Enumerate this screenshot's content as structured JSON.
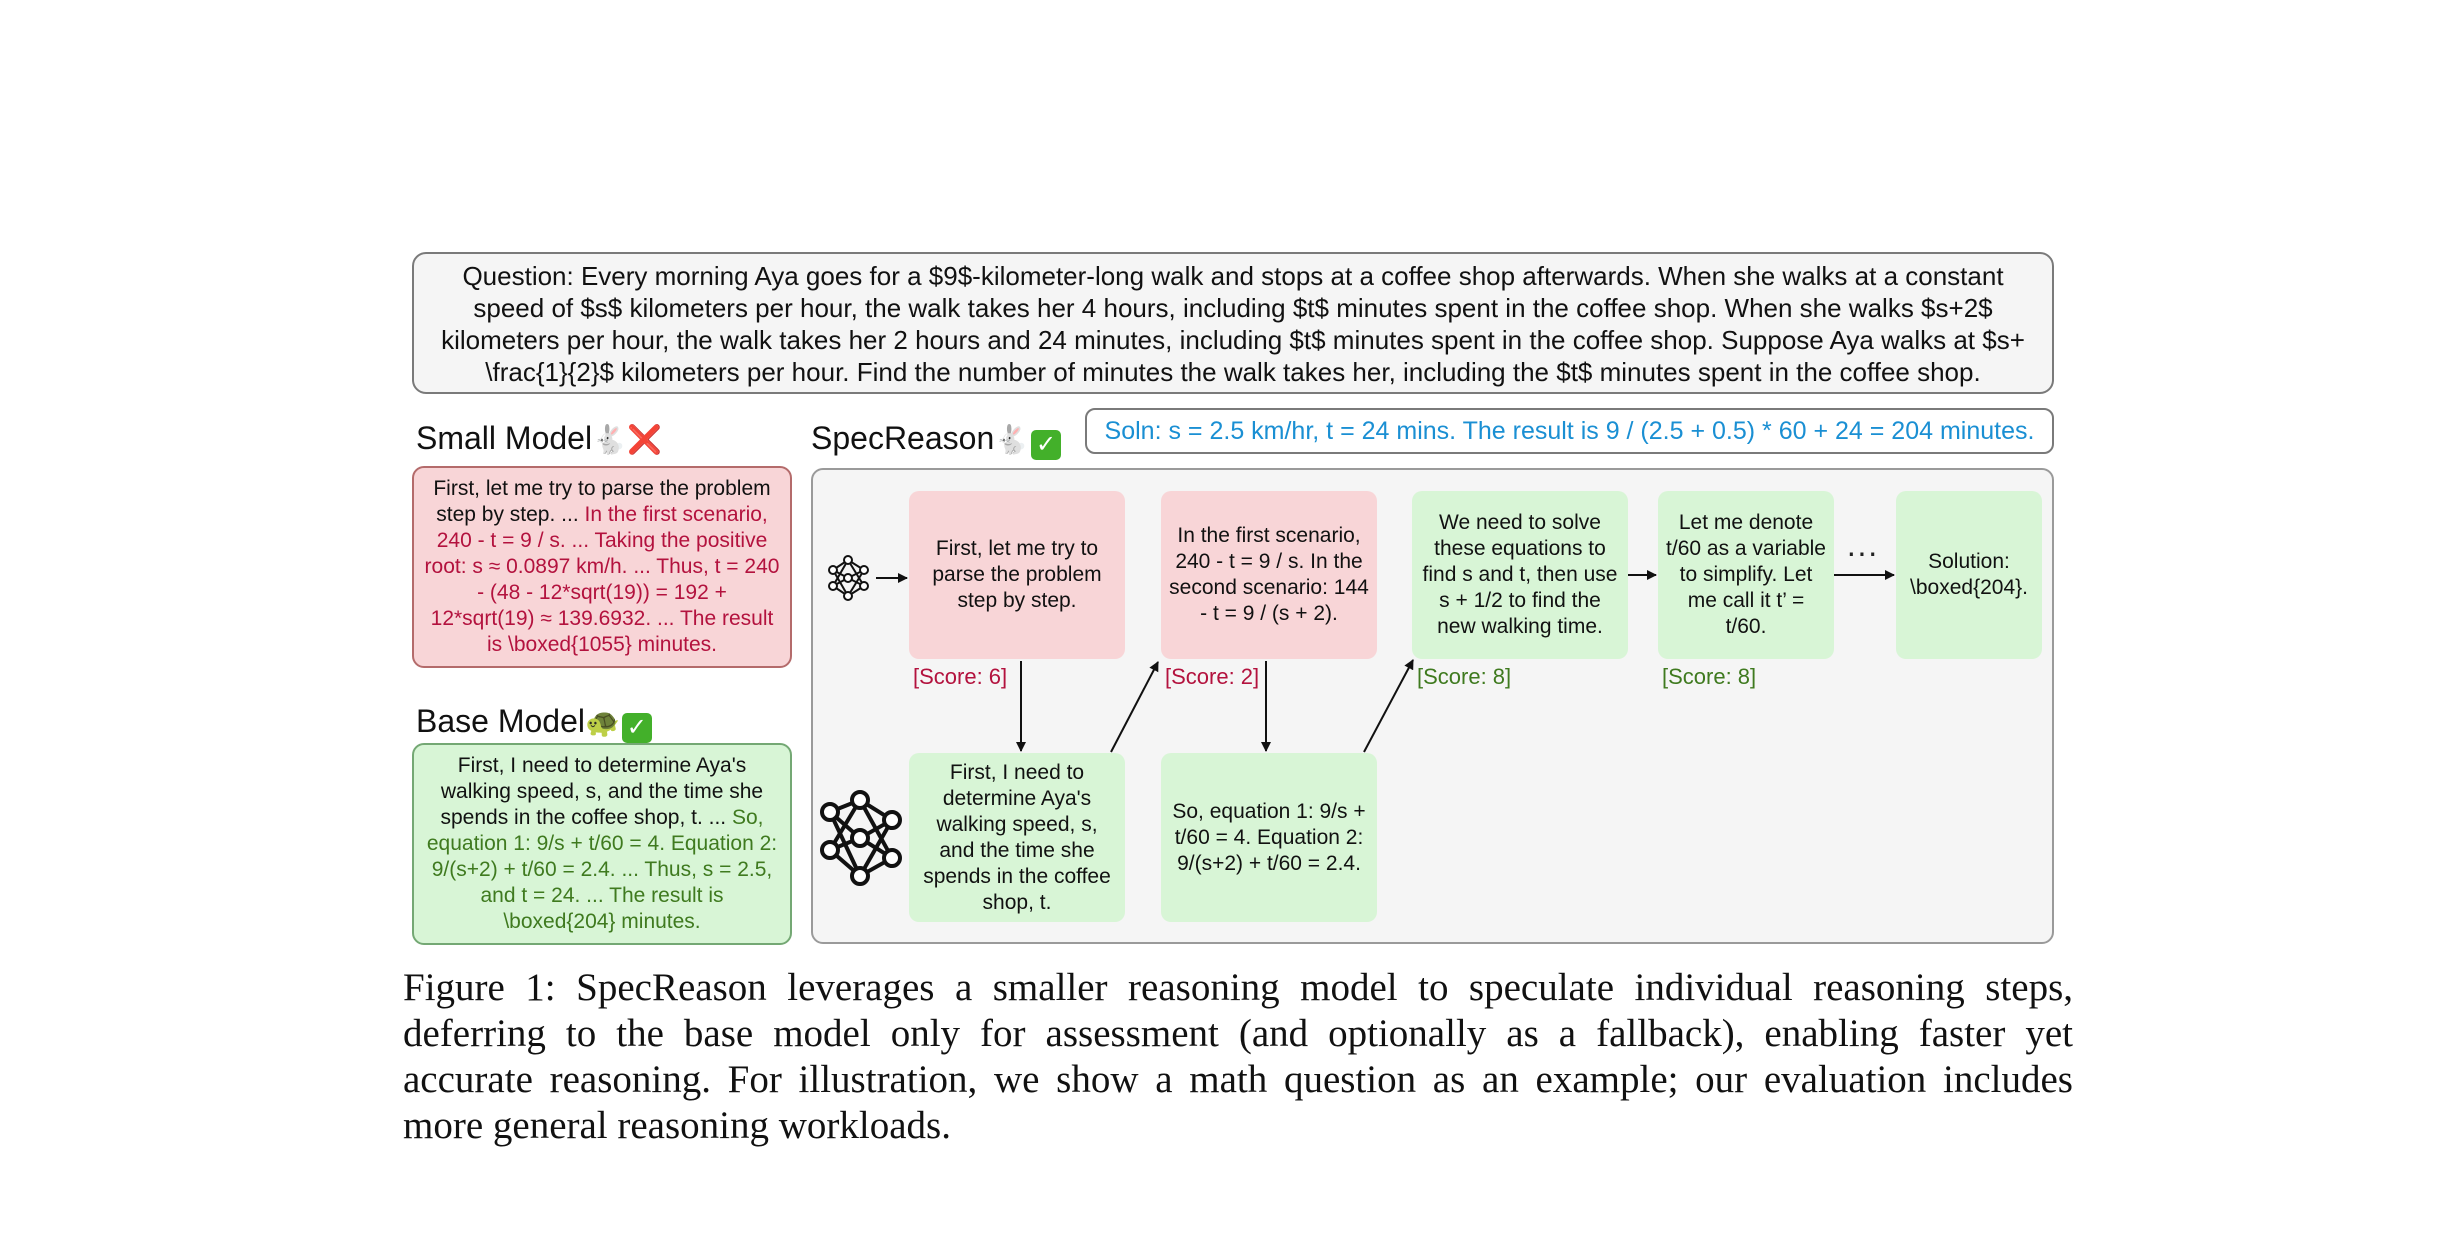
{
  "question": "Question: Every morning Aya goes for a $9$-kilometer-long walk and stops at a coffee shop afterwards. When she walks at a constant speed of $s$ kilometers per hour, the walk takes her 4 hours, including $t$ minutes spent in the coffee shop. When she walks $s+2$ kilometers per hour, the walk takes her 2 hours and 24 minutes, including $t$ minutes spent in the coffee shop. Suppose Aya walks at $s+ \\frac{1}{2}$ kilometers per hour. Find the number of minutes the walk takes her, including the $t$ minutes spent in the coffee shop.",
  "small_model": {
    "heading": "Small Model",
    "emoji": "🐇",
    "mark": "❌",
    "text_plain": "First, let me try to parse the problem step by step. ... ",
    "text_highlight": "In the first scenario, 240 - t = 9 / s. ... Taking the positive root: s ≈ 0.0897 km/h. ... Thus, t = 240 - (48 - 12*sqrt(19)) = 192 + 12*sqrt(19) ≈ 139.6932. ... The result is \\boxed{1055} minutes."
  },
  "base_model": {
    "heading": "Base Model",
    "emoji": "🐢",
    "mark": "✓",
    "text_plain": "First, I need to determine Aya's walking speed, s, and the time she spends in the coffee shop, t. ... ",
    "text_highlight": "So, equation 1: 9/s + t/60 = 4. Equation 2: 9/(s+2) + t/60 = 2.4. ... Thus, s = 2.5, and t = 24. ... The result is \\boxed{204} minutes."
  },
  "specreason": {
    "heading": "SpecReason",
    "emoji": "🐇",
    "mark": "✓",
    "soln": "Soln: s = 2.5 km/hr, t = 24 mins. The result is 9 / (2.5 + 0.5) * 60 + 24 = 204 minutes.",
    "steps": [
      "First, let me try to parse the problem step by step.",
      "In the first scenario, 240 - t = 9 / s. In the second scenario: 144 - t = 9 / (s + 2).",
      "We need to solve these equations to find s and t, then use s + 1/2 to find the new walking time.",
      "Let me denote t/60 as a variable to simplify. Let me call it t’ = t/60.",
      "Solution: \\boxed{204}.",
      "First, I need to determine Aya's walking speed, s, and the time she spends in the coffee shop, t.",
      "So, equation 1: 9/s + t/60 = 4. Equation 2: 9/(s+2) + t/60 = 2.4."
    ],
    "scores": [
      "[Score: 6]",
      "[Score: 2]",
      "[Score: 8]",
      "[Score: 8]"
    ],
    "ellipsis": "···"
  },
  "caption_lines": [
    "Figure 1: SpecReason leverages a smaller reasoning model to speculate individual reasoning steps,",
    "deferring to the base model only for assessment (and optionally as a fallback), enabling faster yet",
    "accurate reasoning. For illustration, we show a math question as an example; our evaluation includes",
    "more general reasoning workloads."
  ],
  "colors": {
    "pink_box": "#f8d5d7",
    "green_box": "#d8f5d6",
    "red_text": "#b3123e",
    "green_text": "#3f7a1f",
    "soln_blue": "#1a8fd3"
  },
  "icons": [
    "small-neural-network-icon",
    "large-neural-network-icon"
  ]
}
